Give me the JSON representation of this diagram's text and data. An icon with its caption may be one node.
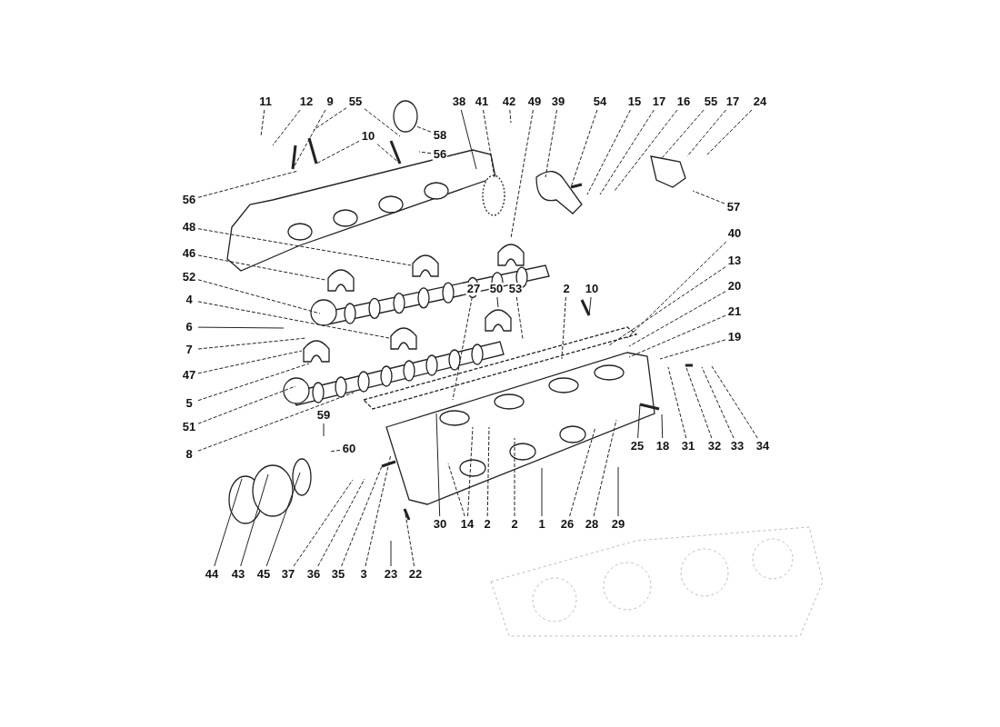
{
  "diagram": {
    "nodes": [
      {
        "text": [
          "11"
        ]
      },
      {
        "text": [
          "12"
        ]
      },
      {
        "text": [
          "9"
        ]
      },
      {
        "text": [
          "55"
        ]
      },
      {
        "text": [
          "38"
        ]
      },
      {
        "text": [
          "41"
        ]
      },
      {
        "text": [
          "42"
        ]
      },
      {
        "text": [
          "49"
        ]
      },
      {
        "text": [
          "39"
        ]
      },
      {
        "text": [
          "54"
        ]
      },
      {
        "text": [
          "15"
        ]
      },
      {
        "text": [
          "17"
        ]
      },
      {
        "text": [
          "16"
        ]
      },
      {
        "text": [
          "55"
        ]
      },
      {
        "text": [
          "17"
        ]
      },
      {
        "text": [
          "24"
        ]
      },
      {
        "text": [
          "10"
        ]
      },
      {
        "text": [
          "58"
        ]
      },
      {
        "text": [
          "56"
        ]
      },
      {
        "text": [
          "56"
        ]
      },
      {
        "text": [
          "57"
        ]
      },
      {
        "text": [
          "48"
        ]
      },
      {
        "text": [
          "40"
        ]
      },
      {
        "text": [
          "46"
        ]
      },
      {
        "text": [
          "13"
        ]
      },
      {
        "text": [
          "52"
        ]
      },
      {
        "text": [
          "20"
        ]
      },
      {
        "text": [
          "27"
        ]
      },
      {
        "text": [
          "50"
        ]
      },
      {
        "text": [
          "53"
        ]
      },
      {
        "text": [
          "2"
        ]
      },
      {
        "text": [
          "10"
        ]
      },
      {
        "text": [
          "4"
        ]
      },
      {
        "text": [
          "21"
        ]
      },
      {
        "text": [
          "6"
        ]
      },
      {
        "text": [
          "19"
        ]
      },
      {
        "text": [
          "7"
        ]
      },
      {
        "text": [
          "47"
        ]
      },
      {
        "text": [
          "5"
        ]
      },
      {
        "text": [
          "59"
        ]
      },
      {
        "text": [
          "51"
        ]
      },
      {
        "text": [
          "25"
        ]
      },
      {
        "text": [
          "18"
        ]
      },
      {
        "text": [
          "31"
        ]
      },
      {
        "text": [
          "32"
        ]
      },
      {
        "text": [
          "33"
        ]
      },
      {
        "text": [
          "34"
        ]
      },
      {
        "text": [
          "60"
        ]
      },
      {
        "text": [
          "8"
        ]
      },
      {
        "text": [
          "30"
        ]
      },
      {
        "text": [
          "14"
        ]
      },
      {
        "text": [
          "2"
        ]
      },
      {
        "text": [
          "2"
        ]
      },
      {
        "text": [
          "1"
        ]
      },
      {
        "text": [
          "26"
        ]
      },
      {
        "text": [
          "28"
        ]
      },
      {
        "text": [
          "29"
        ]
      },
      {
        "text": [
          "44"
        ]
      },
      {
        "text": [
          "43"
        ]
      },
      {
        "text": [
          "45"
        ]
      },
      {
        "text": [
          "37"
        ]
      },
      {
        "text": [
          "36"
        ]
      },
      {
        "text": [
          "35"
        ]
      },
      {
        "text": [
          "3"
        ]
      },
      {
        "text": [
          "23"
        ]
      },
      {
        "text": [
          "22"
        ]
      }
    ],
    "edges": [
      {
        "from": 0,
        "to": null,
        "arrow": "none",
        "style": "dashed"
      },
      {
        "from": 1,
        "to": null,
        "arrow": "none",
        "style": "dashed"
      },
      {
        "from": 2,
        "to": null,
        "arrow": "none",
        "style": "dashed"
      },
      {
        "from": 3,
        "to": null,
        "arrow": "none",
        "style": "dashed"
      },
      {
        "from": 3,
        "to": null,
        "arrow": "none",
        "style": "dashed"
      },
      {
        "from": 4,
        "to": null,
        "arrow": "none"
      },
      {
        "from": 5,
        "to": null,
        "arrow": "none",
        "style": "dashed"
      },
      {
        "from": 6,
        "to": null,
        "arrow": "none",
        "style": "dashed"
      },
      {
        "from": 7,
        "to": null,
        "arrow": "none",
        "style": "dashed"
      },
      {
        "from": 8,
        "to": null,
        "arrow": "none",
        "style": "dashed"
      },
      {
        "from": 9,
        "to": null,
        "arrow": "none",
        "style": "dashed"
      },
      {
        "from": 10,
        "to": null,
        "arrow": "none",
        "style": "dashed"
      },
      {
        "from": 11,
        "to": null,
        "arrow": "none",
        "style": "dashed"
      },
      {
        "from": 12,
        "to": null,
        "arrow": "none",
        "style": "dashed"
      },
      {
        "from": 13,
        "to": null,
        "arrow": "none",
        "style": "dashed"
      },
      {
        "from": 14,
        "to": null,
        "arrow": "none",
        "style": "dashed"
      },
      {
        "from": 15,
        "to": null,
        "arrow": "none",
        "style": "dashed"
      },
      {
        "from": 16,
        "to": null,
        "arrow": "none",
        "style": "dashed"
      },
      {
        "from": 16,
        "to": null,
        "arrow": "none",
        "style": "dashed"
      },
      {
        "from": 17,
        "to": null,
        "arrow": "none",
        "style": "dashed"
      },
      {
        "from": 18,
        "to": null,
        "arrow": "none",
        "style": "dashed"
      },
      {
        "from": 19,
        "to": null,
        "arrow": "none",
        "style": "dashed"
      },
      {
        "from": 20,
        "to": null,
        "arrow": "none",
        "style": "dashed"
      },
      {
        "from": 21,
        "to": null,
        "arrow": "none",
        "style": "dashed"
      },
      {
        "from": 22,
        "to": null,
        "arrow": "none",
        "style": "dashed"
      },
      {
        "from": 23,
        "to": null,
        "arrow": "none",
        "style": "dashed"
      },
      {
        "from": 24,
        "to": null,
        "arrow": "none",
        "style": "dashed"
      },
      {
        "from": 25,
        "to": null,
        "arrow": "none",
        "style": "dashed"
      },
      {
        "from": 26,
        "to": null,
        "arrow": "none",
        "style": "dashed"
      },
      {
        "from": 27,
        "to": null,
        "arrow": "none",
        "style": "dashed"
      },
      {
        "from": 28,
        "to": null,
        "arrow": "none"
      },
      {
        "from": 29,
        "to": null,
        "arrow": "none",
        "style": "dashed"
      },
      {
        "from": 30,
        "to": null,
        "arrow": "none",
        "style": "dashed"
      },
      {
        "from": 31,
        "to": null,
        "arrow": "none"
      },
      {
        "from": 32,
        "to": null,
        "arrow": "none",
        "style": "dashed"
      },
      {
        "from": 33,
        "to": null,
        "arrow": "none",
        "style": "dashed"
      },
      {
        "from": 34,
        "to": null,
        "arrow": "none"
      },
      {
        "from": 35,
        "to": null,
        "arrow": "none",
        "style": "dashed"
      },
      {
        "from": 36,
        "to": null,
        "arrow": "none",
        "style": "dashed"
      },
      {
        "from": 37,
        "to": null,
        "arrow": "none",
        "style": "dashed"
      },
      {
        "from": 38,
        "to": null,
        "arrow": "none",
        "style": "dashed"
      },
      {
        "from": 39,
        "to": null,
        "arrow": "none"
      },
      {
        "from": 40,
        "to": null,
        "arrow": "none",
        "style": "dashed"
      },
      {
        "from": 41,
        "to": null,
        "arrow": "none"
      },
      {
        "from": 42,
        "to": null,
        "arrow": "none"
      },
      {
        "from": 43,
        "to": null,
        "arrow": "none",
        "style": "dashed"
      },
      {
        "from": 44,
        "to": null,
        "arrow": "none",
        "style": "dashed"
      },
      {
        "from": 45,
        "to": null,
        "arrow": "none",
        "style": "dashed"
      },
      {
        "from": 46,
        "to": null,
        "arrow": "none",
        "style": "dashed"
      },
      {
        "from": 47,
        "to": null,
        "arrow": "none",
        "style": "dashed"
      },
      {
        "from": 48,
        "to": null,
        "arrow": "none",
        "style": "dashed"
      },
      {
        "from": 49,
        "to": null,
        "arrow": "none"
      },
      {
        "from": 50,
        "to": null,
        "arrow": "none",
        "style": "dashed"
      },
      {
        "from": 50,
        "to": null,
        "arrow": "none",
        "style": "dashed"
      },
      {
        "from": 51,
        "to": null,
        "arrow": "none",
        "style": "dashed"
      },
      {
        "from": 52,
        "to": null,
        "arrow": "none",
        "style": "dashed"
      },
      {
        "from": 53,
        "to": null,
        "arrow": "none"
      },
      {
        "from": 54,
        "to": null,
        "arrow": "none",
        "style": "dashed"
      },
      {
        "from": 55,
        "to": null,
        "arrow": "none",
        "style": "dashed"
      },
      {
        "from": 56,
        "to": null,
        "arrow": "none"
      },
      {
        "from": 57,
        "to": null,
        "arrow": "none"
      },
      {
        "from": 58,
        "to": null,
        "arrow": "none"
      },
      {
        "from": 59,
        "to": null,
        "arrow": "none"
      },
      {
        "from": 60,
        "to": null,
        "arrow": "none",
        "style": "dashed"
      },
      {
        "from": 61,
        "to": null,
        "arrow": "none",
        "style": "dashed"
      },
      {
        "from": 62,
        "to": null,
        "arrow": "none",
        "style": "dashed"
      },
      {
        "from": 63,
        "to": null,
        "arrow": "none",
        "style": "dashed"
      },
      {
        "from": 64,
        "to": null,
        "arrow": "none"
      },
      {
        "from": 65,
        "to": null,
        "arrow": "none",
        "style": "dashed"
      }
    ]
  }
}
